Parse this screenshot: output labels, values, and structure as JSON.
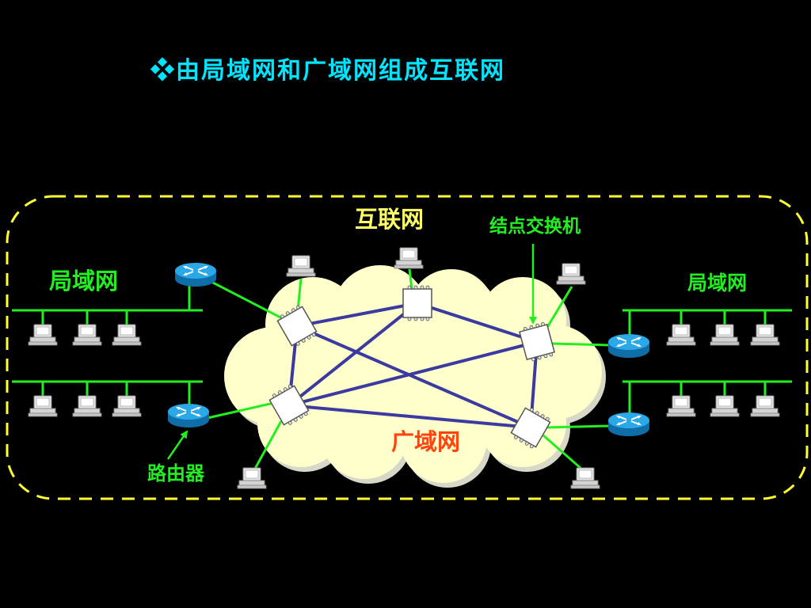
{
  "slide": {
    "bullet": "❖",
    "title": "由局域网和广域网组成互联网"
  },
  "labels": {
    "internet": "互联网",
    "node_switch": "结点交换机",
    "lan_left": "局域网",
    "lan_right": "局域网",
    "router": "路由器",
    "wan": "广域网"
  },
  "colors": {
    "background": "#000000",
    "title": "#00e5ff",
    "bullet": "#00e5ff",
    "internet_label": "#ffff66",
    "green": "#22ee22",
    "wan_label": "#ff4411",
    "cloud_fill": "#ffffcc",
    "wan_links": "#3a3aa0",
    "router": "#1a8fd0",
    "boundary": "#ffff33"
  },
  "icons": {
    "router": "router-icon",
    "computer": "computer-icon",
    "switch": "node-switch-icon"
  }
}
